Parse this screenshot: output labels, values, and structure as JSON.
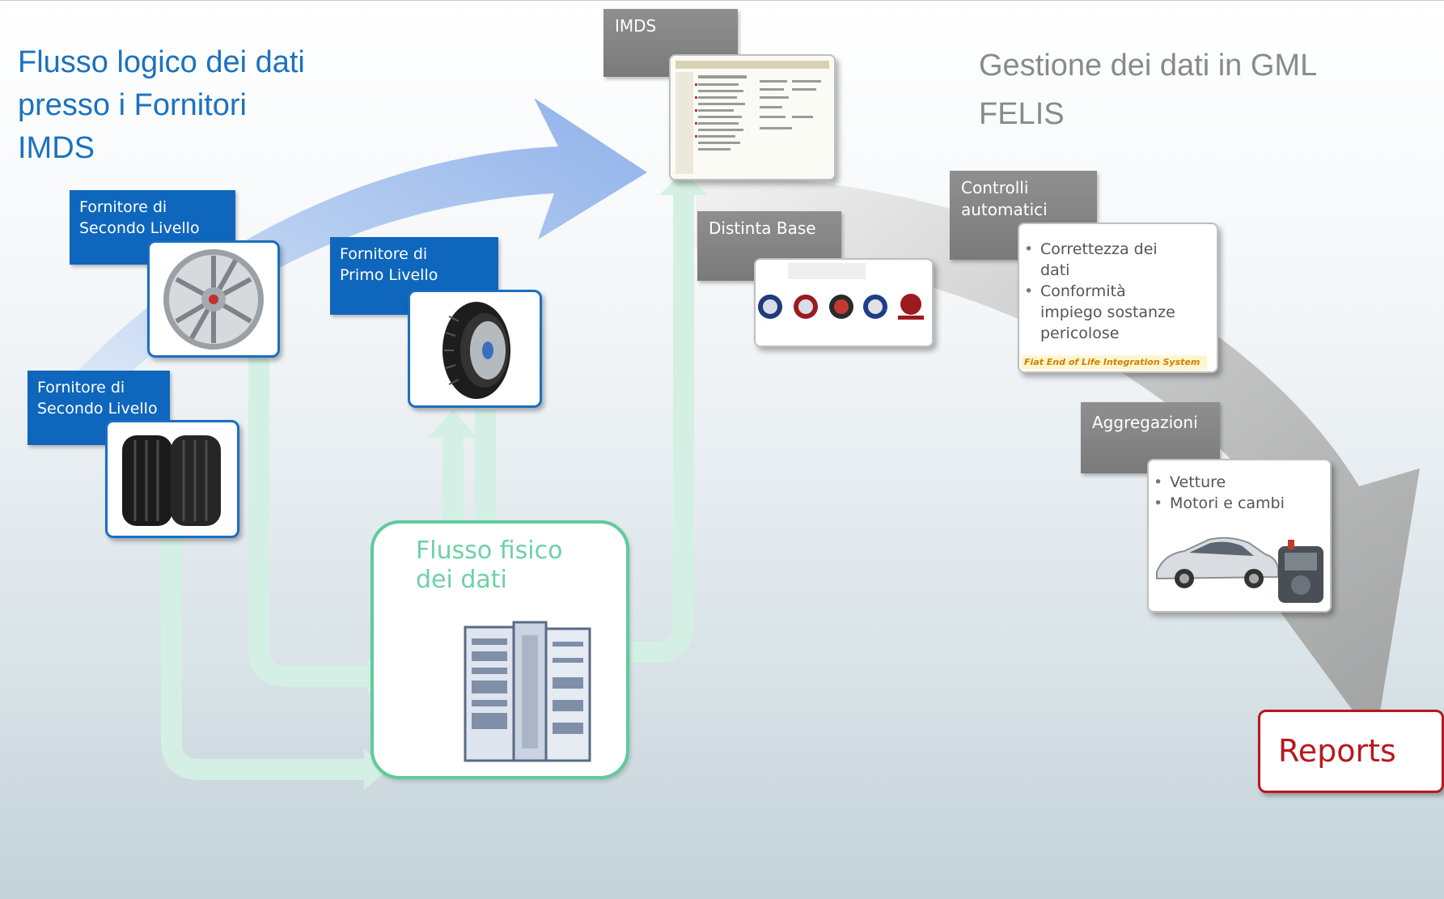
{
  "colors": {
    "logic_blue": "#1b72c0",
    "label_blue": "#0f66bd",
    "physical_green": "#6fd0a6",
    "gray_label": "#858585",
    "reports_red": "#b8181d"
  },
  "left_title": {
    "lines": [
      "Flusso logico dei dati",
      "presso i Fornitori",
      "IMDS"
    ]
  },
  "right_title": {
    "lines": [
      "Gestione dei dati in GML",
      "FELIS"
    ]
  },
  "suppliers": [
    {
      "lines": [
        "Fornitore di",
        "Secondo Livello"
      ],
      "picture": "alloy-wheel-icon"
    },
    {
      "lines": [
        "Fornitore di",
        "Primo Livello"
      ],
      "picture": "tyre-icon"
    },
    {
      "lines": [
        "Fornitore di",
        "Secondo Livello"
      ],
      "picture": "tyres-pair-icon"
    }
  ],
  "physical_flow": {
    "lines": [
      "Flusso fisico",
      "dei dati"
    ],
    "picture": "server-rack-icon"
  },
  "imds": {
    "label": "IMDS",
    "picture": "imds-screenshot-icon"
  },
  "distinta_base": {
    "label": "Distinta Base",
    "picture": "brand-logos-icon"
  },
  "controlli": {
    "label_lines": [
      "Controlli",
      "automatici"
    ],
    "bullets": [
      {
        "lines": [
          "Correttezza dei",
          "dati"
        ]
      },
      {
        "lines": [
          "Conformità",
          "impiego sostanze",
          "pericolose"
        ]
      }
    ],
    "felis_tag": "Fiat End of Life Integration System"
  },
  "aggregazioni": {
    "label": "Aggregazioni",
    "bullets": [
      "Vetture",
      "Motori e cambi"
    ],
    "picture": "car-engine-icon"
  },
  "reports": {
    "label": "Reports"
  }
}
